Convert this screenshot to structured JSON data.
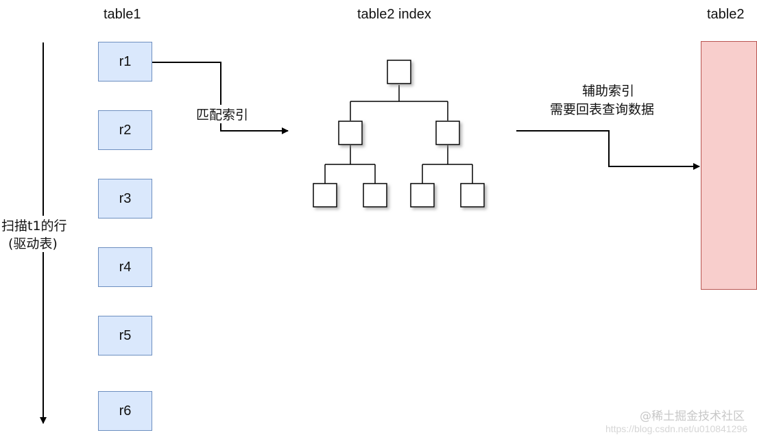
{
  "headers": {
    "table1": "table1",
    "index": "table2 index",
    "table2": "table2"
  },
  "rows": [
    "r1",
    "r2",
    "r3",
    "r4",
    "r5",
    "r6"
  ],
  "scan_label_line1": "扫描t1的行",
  "scan_label_line2": "(驱动表)",
  "match_label": "匹配索引",
  "lookup_label_line1": "辅助索引",
  "lookup_label_line2": "需要回表查询数据",
  "watermark": "@稀土掘金技术社区",
  "watermark_url": "https://blog.csdn.net/u010841296"
}
